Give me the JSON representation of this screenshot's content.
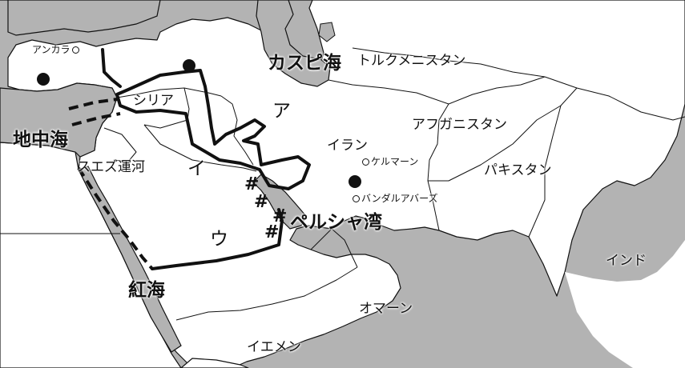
{
  "map": {
    "colors": {
      "sea": "#b3b3b3",
      "land": "#ffffff",
      "border": "#111111"
    },
    "seas": {
      "mediterranean": "地中海",
      "caspian": "カスピ海",
      "red_sea": "紅海",
      "persian_gulf": "ペルシャ湾"
    },
    "countries": {
      "turkmenistan": "トルクメニスタン",
      "afghanistan": "アフガニスタン",
      "pakistan": "パキスタン",
      "iran": "イラン",
      "syria": "シリア",
      "india": "インド",
      "oman": "オマーン",
      "yemen": "イエメン"
    },
    "features": {
      "suez_canal": "スエズ運河"
    },
    "cities": {
      "ankara": "アンカラ",
      "kerman": "ケルマーン",
      "bandar_abbas": "バンダルアバーズ"
    },
    "region_letters": {
      "a": "ア",
      "i": "イ",
      "u": "ウ"
    },
    "icons": {
      "marked_point": "filled-circle-icon",
      "city": "hollow-circle-icon",
      "oil_field": "hash-icon"
    }
  }
}
